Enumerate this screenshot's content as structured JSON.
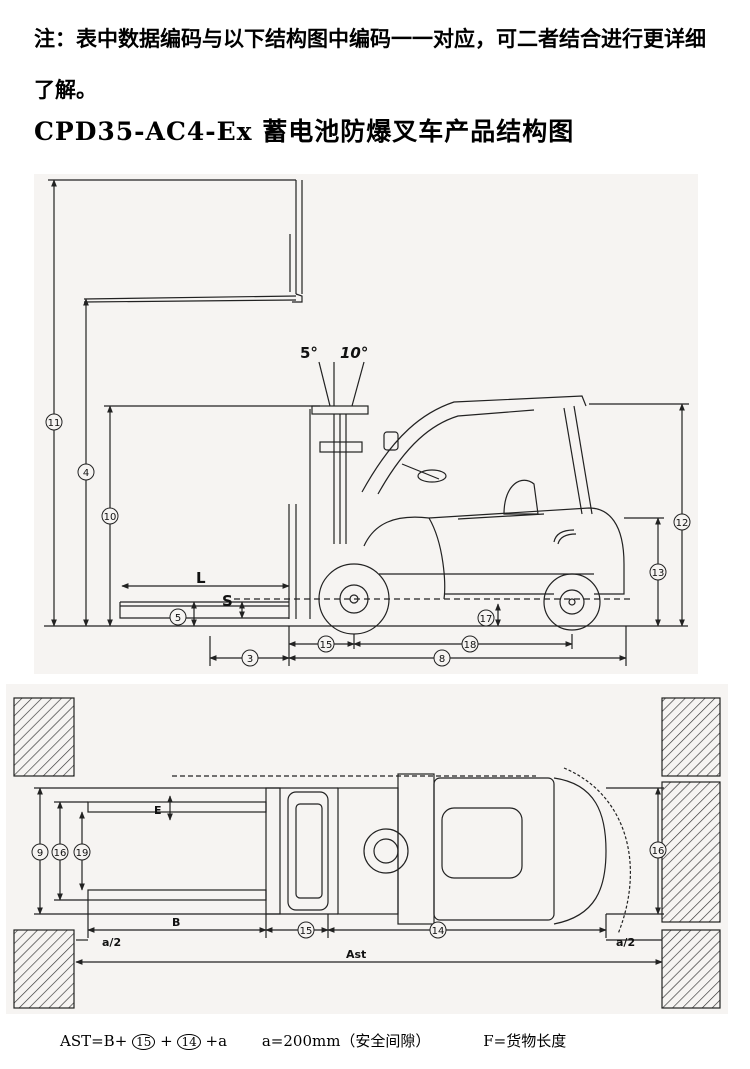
{
  "note": {
    "text": "注：表中数据编码与以下结构图中编码一一对应，可二者结合进行更详细了解。"
  },
  "title": {
    "text": "CPD35-AC4-Ex 蓄电池防爆叉车产品结构图"
  },
  "side_view": {
    "tilt_forward": "5°",
    "tilt_back": "10°",
    "label_L": "L",
    "label_S": "S",
    "dims": [
      "11",
      "4",
      "10",
      "5",
      "3",
      "15",
      "18",
      "8",
      "17",
      "12",
      "13"
    ]
  },
  "top_view": {
    "label_E": "E",
    "label_B": "B",
    "label_a2_left": "a/2",
    "label_a2_right": "a/2",
    "label_ast": "Ast",
    "dims": [
      "9",
      "16",
      "19",
      "15",
      "14",
      "16"
    ]
  },
  "formula": {
    "ast_prefix": "AST=B+",
    "c1": "15",
    "plus": "+",
    "c2": "14",
    "suffix": "+a",
    "a_def": "a=200mm（安全间隙）",
    "f_def": "F=货物长度"
  },
  "colors": {
    "line": "#222222",
    "panel": "#f6f4f2",
    "hatch": "#333333"
  }
}
